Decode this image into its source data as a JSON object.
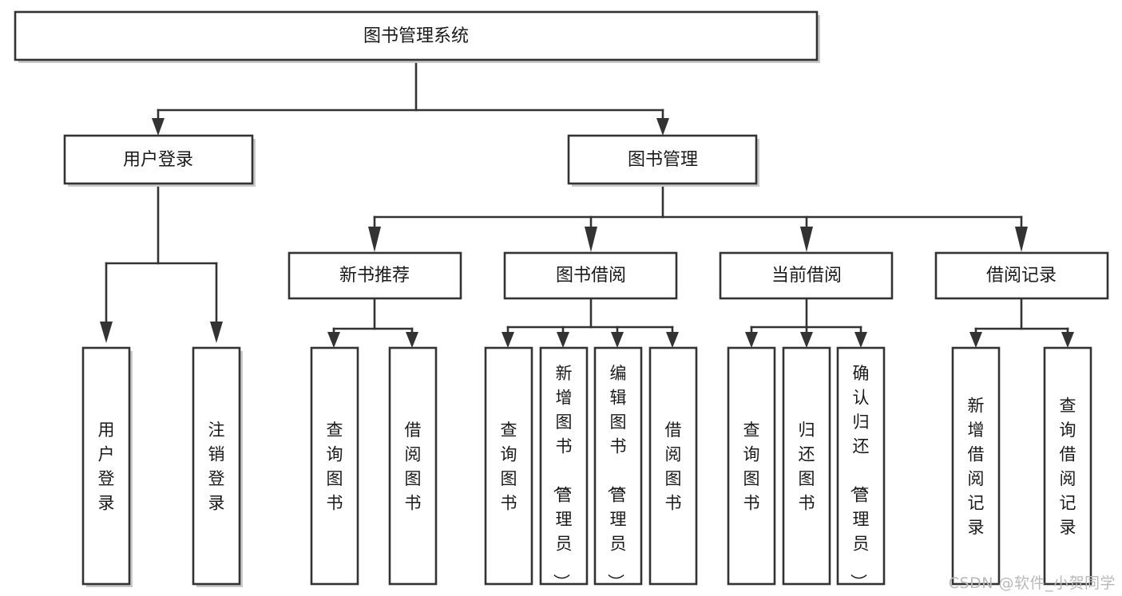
{
  "diagram": {
    "title": "图书管理系统",
    "type": "tree-hierarchy",
    "root": {
      "id": "root",
      "label": "图书管理系统"
    },
    "level2": [
      {
        "id": "user-login",
        "label": "用户登录"
      },
      {
        "id": "book-management",
        "label": "图书管理"
      }
    ],
    "level3": [
      {
        "id": "new-book-recommend",
        "label": "新书推荐",
        "parent": "book-management"
      },
      {
        "id": "book-borrow",
        "label": "图书借阅",
        "parent": "book-management"
      },
      {
        "id": "current-borrow",
        "label": "当前借阅",
        "parent": "book-management"
      },
      {
        "id": "borrow-record",
        "label": "借阅记录",
        "parent": "book-management"
      }
    ],
    "leaves": {
      "user-login": [
        {
          "id": "leaf-user-login",
          "label": "用户登录"
        },
        {
          "id": "leaf-user-logout",
          "label": "注销登录"
        }
      ],
      "new-book-recommend": [
        {
          "id": "leaf-query-book-1",
          "label": "查询图书"
        },
        {
          "id": "leaf-borrow-book-1",
          "label": "借阅图书"
        }
      ],
      "book-borrow": [
        {
          "id": "leaf-query-book-2",
          "label": "查询图书"
        },
        {
          "id": "leaf-add-book",
          "label": "新增图书（管理员）"
        },
        {
          "id": "leaf-edit-book",
          "label": "编辑图书（管理员）"
        },
        {
          "id": "leaf-borrow-book-2",
          "label": "借阅图书"
        }
      ],
      "current-borrow": [
        {
          "id": "leaf-query-book-3",
          "label": "查询图书"
        },
        {
          "id": "leaf-return-book",
          "label": "归还图书"
        },
        {
          "id": "leaf-confirm-return",
          "label": "确认归还（管理员）"
        }
      ],
      "borrow-record": [
        {
          "id": "leaf-add-record",
          "label": "新增借阅记录"
        },
        {
          "id": "leaf-query-record",
          "label": "查询借阅记录"
        }
      ]
    }
  },
  "watermark": {
    "text": "CSDN @软件_小贺同学"
  },
  "colors": {
    "stroke": "#333333",
    "fill": "#ffffff",
    "text": "#1a1a1a",
    "shadow": "#c9c9c9",
    "watermark": "#b9b9b9"
  }
}
